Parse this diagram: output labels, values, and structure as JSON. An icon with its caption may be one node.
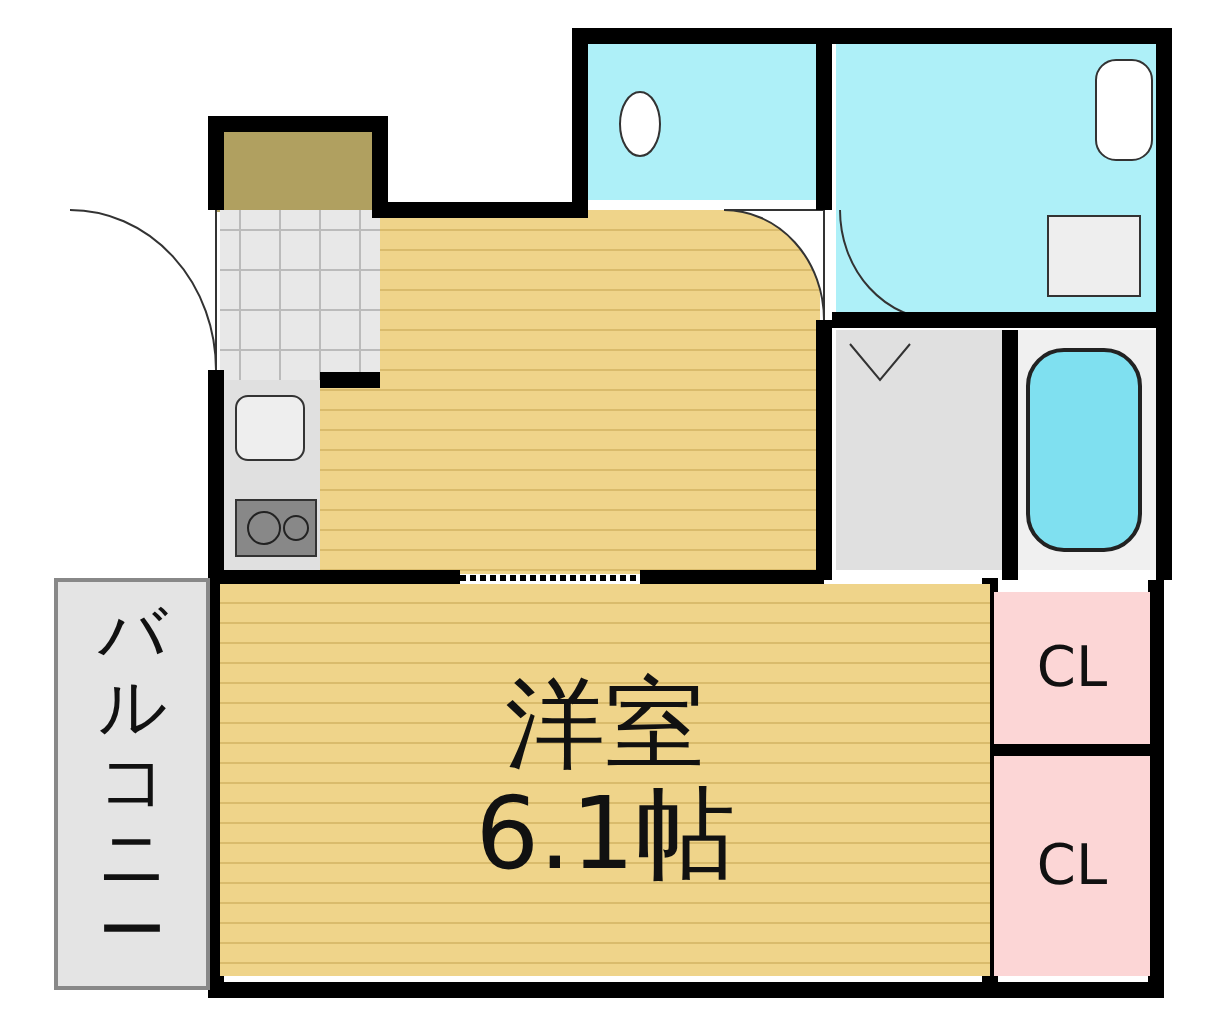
{
  "diagram": {
    "nodes": [
      {
        "text": [
          "バルコニー"
        ]
      },
      {
        "text": [
          "洋室",
          "6.1帖"
        ]
      },
      {
        "text": [
          "CL"
        ]
      },
      {
        "text": [
          "CL"
        ]
      }
    ]
  }
}
